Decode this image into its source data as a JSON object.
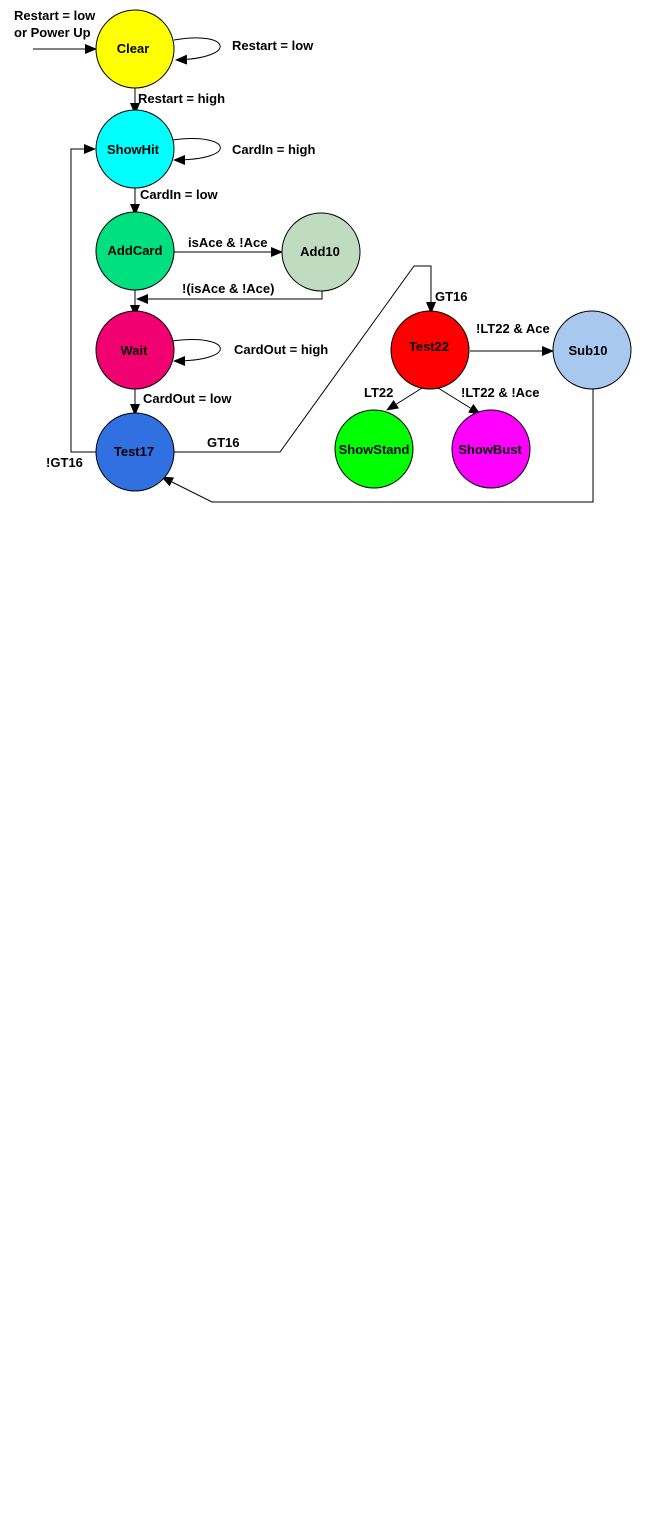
{
  "entry_label": {
    "line1": "Restart = low",
    "line2": "or Power Up"
  },
  "states": {
    "clear": {
      "label": "Clear",
      "color": "#FFFF00"
    },
    "showhit": {
      "label": "ShowHit",
      "color": "#00FFFF"
    },
    "addcard": {
      "label": "AddCard",
      "color": "#00E080"
    },
    "add10": {
      "label": "Add10",
      "color": "#C0DCC0"
    },
    "wait": {
      "label": "Wait",
      "color": "#F00070"
    },
    "test17": {
      "label": "Test17",
      "color": "#3070E0"
    },
    "test22": {
      "label": "Test22",
      "color": "#FF0000"
    },
    "sub10": {
      "label": "Sub10",
      "color": "#A8C8F0"
    },
    "showstand": {
      "label": "ShowStand",
      "color": "#00FF00"
    },
    "showbust": {
      "label": "ShowBust",
      "color": "#FF00FF"
    }
  },
  "transitions": {
    "clear_self": "Restart = low",
    "clear_to_showhit": "Restart = high",
    "showhit_self": "CardIn = high",
    "showhit_to_addcard": "CardIn = low",
    "addcard_to_add10": "isAce & !Ace",
    "add10_to_wait": "!(isAce & !Ace)",
    "wait_self": "CardOut = high",
    "wait_to_test17": "CardOut = low",
    "test17_to_test22": "GT16",
    "test17_to_showhit": "!GT16",
    "test22_entry": "GT16",
    "test22_to_sub10": "!LT22 & Ace",
    "test22_to_showstand": "LT22",
    "test22_to_showbust": "!LT22 & !Ace"
  }
}
